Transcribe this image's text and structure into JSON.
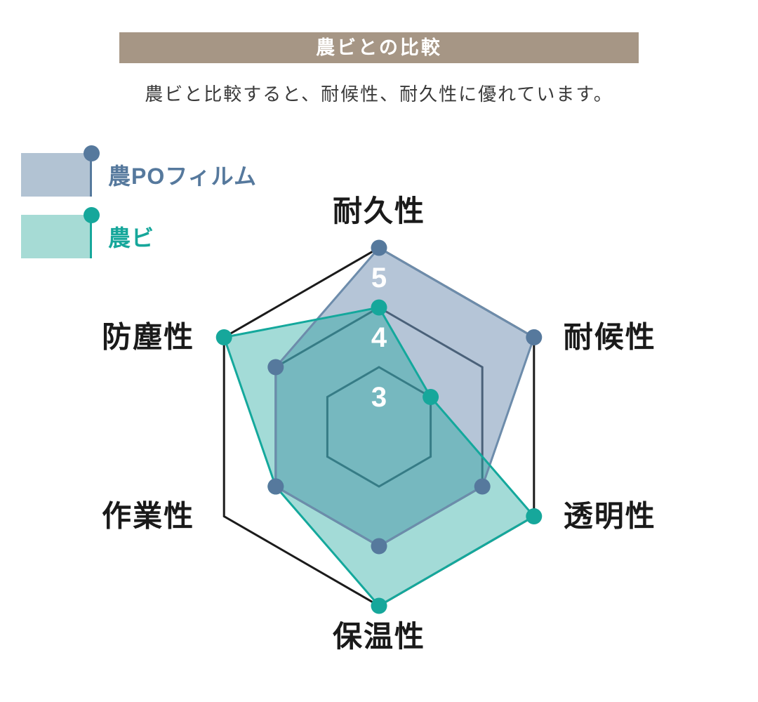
{
  "banner": {
    "title": "農ビとの比較",
    "bg_color": "#a69685",
    "text_color": "#ffffff"
  },
  "subtitle": "農ビと比較すると、耐候性、耐久性に優れています。",
  "legend": {
    "items": [
      {
        "label": "農POフィルム",
        "fill": "#b2c3d3",
        "accent": "#56799d"
      },
      {
        "label": "農ビ",
        "fill": "#a6dbd5",
        "accent": "#16a79b"
      }
    ]
  },
  "chart_data": {
    "type": "radar",
    "title": "農ビとの比較",
    "categories": [
      "耐久性",
      "耐候性",
      "透明性",
      "保温性",
      "作業性",
      "防塵性"
    ],
    "series": [
      {
        "name": "農POフィルム",
        "values": [
          5,
          5,
          4,
          4,
          4,
          4
        ],
        "fill": "rgba(91,127,166,0.45)",
        "stroke": "#6d8cab",
        "dot_color": "#56799d"
      },
      {
        "name": "農ビ",
        "values": [
          4,
          3,
          5,
          5,
          4,
          5
        ],
        "fill": "rgba(24,166,155,0.40)",
        "stroke": "#14a89c",
        "dot_color": "#16a79b"
      }
    ],
    "scale": {
      "center_value": 2,
      "max": 5,
      "ring_values": [
        3,
        4,
        5
      ],
      "ring_labels": [
        "3",
        "4",
        "5"
      ],
      "ring_label_color": "#ffffff",
      "outer_ring_color": "#1b1b1b",
      "inner_ring_color": "#3d4a55"
    },
    "legend_position": "top-left",
    "grid": "hexagonal rings at values 3, 4, 5"
  }
}
